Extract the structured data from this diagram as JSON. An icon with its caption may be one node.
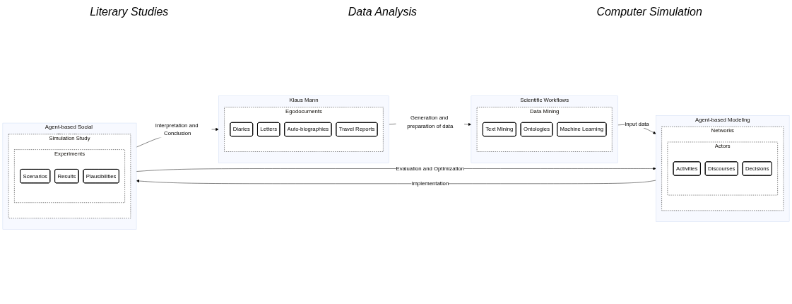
{
  "diagram": {
    "nodes": [
      {
        "text": [
          "Klaus Mann"
        ]
      },
      {
        "text": [
          "Egodocuments"
        ],
        "in": 0
      },
      {
        "text": [
          "Diaries"
        ],
        "in": 1
      },
      {
        "text": [
          "Letters"
        ],
        "in": 1
      },
      {
        "text": [
          "Auto-biographies"
        ],
        "in": 1
      },
      {
        "text": [
          "Travel Reports"
        ],
        "in": 1
      },
      {
        "text": [
          "Scientific Workflows"
        ]
      },
      {
        "text": [
          "Data Mining"
        ],
        "in": 6
      },
      {
        "text": [
          "Text Mining"
        ],
        "in": 7
      },
      {
        "text": [
          "Ontologies"
        ],
        "in": 7
      },
      {
        "text": [
          "Machine Learning"
        ],
        "in": 7
      },
      {
        "text": [
          "Agent-based Modeling"
        ]
      },
      {
        "text": [
          "Networks"
        ],
        "in": 11
      },
      {
        "text": [
          "Actors"
        ],
        "in": 12
      },
      {
        "text": [
          "Activities"
        ],
        "in": 13
      },
      {
        "text": [
          "Discourses"
        ],
        "in": 13
      },
      {
        "text": [
          "Decisions"
        ],
        "in": 13
      },
      {
        "text": [
          "Agent-based Social Simulation"
        ]
      },
      {
        "text": [
          "Simulation Study"
        ],
        "in": 17
      },
      {
        "text": [
          "Experiments"
        ],
        "in": 18
      },
      {
        "text": [
          "Scenarios"
        ],
        "in": 19
      },
      {
        "text": [
          "Results"
        ],
        "in": 19
      },
      {
        "text": [
          "Plausibilities"
        ],
        "in": 19
      }
    ],
    "edges": [
      {
        "from": 0,
        "to": 6,
        "arrow": "to",
        "label": "Generation and preparation of data"
      },
      {
        "from": 6,
        "to": 11,
        "arrow": "to",
        "label": "Input data"
      },
      {
        "from": 11,
        "to": 17,
        "arrow": "to",
        "label": "Implementation"
      },
      {
        "from": 17,
        "to": 0,
        "arrow": "to",
        "label": "Interpretation and Conclusion"
      },
      {
        "from": 17,
        "to": 11,
        "arrow": "to",
        "label": "Evaluation and Optimization"
      }
    ],
    "labels": [
      "Literary Studies",
      "Data Analysis",
      "Computer Simulation"
    ]
  }
}
